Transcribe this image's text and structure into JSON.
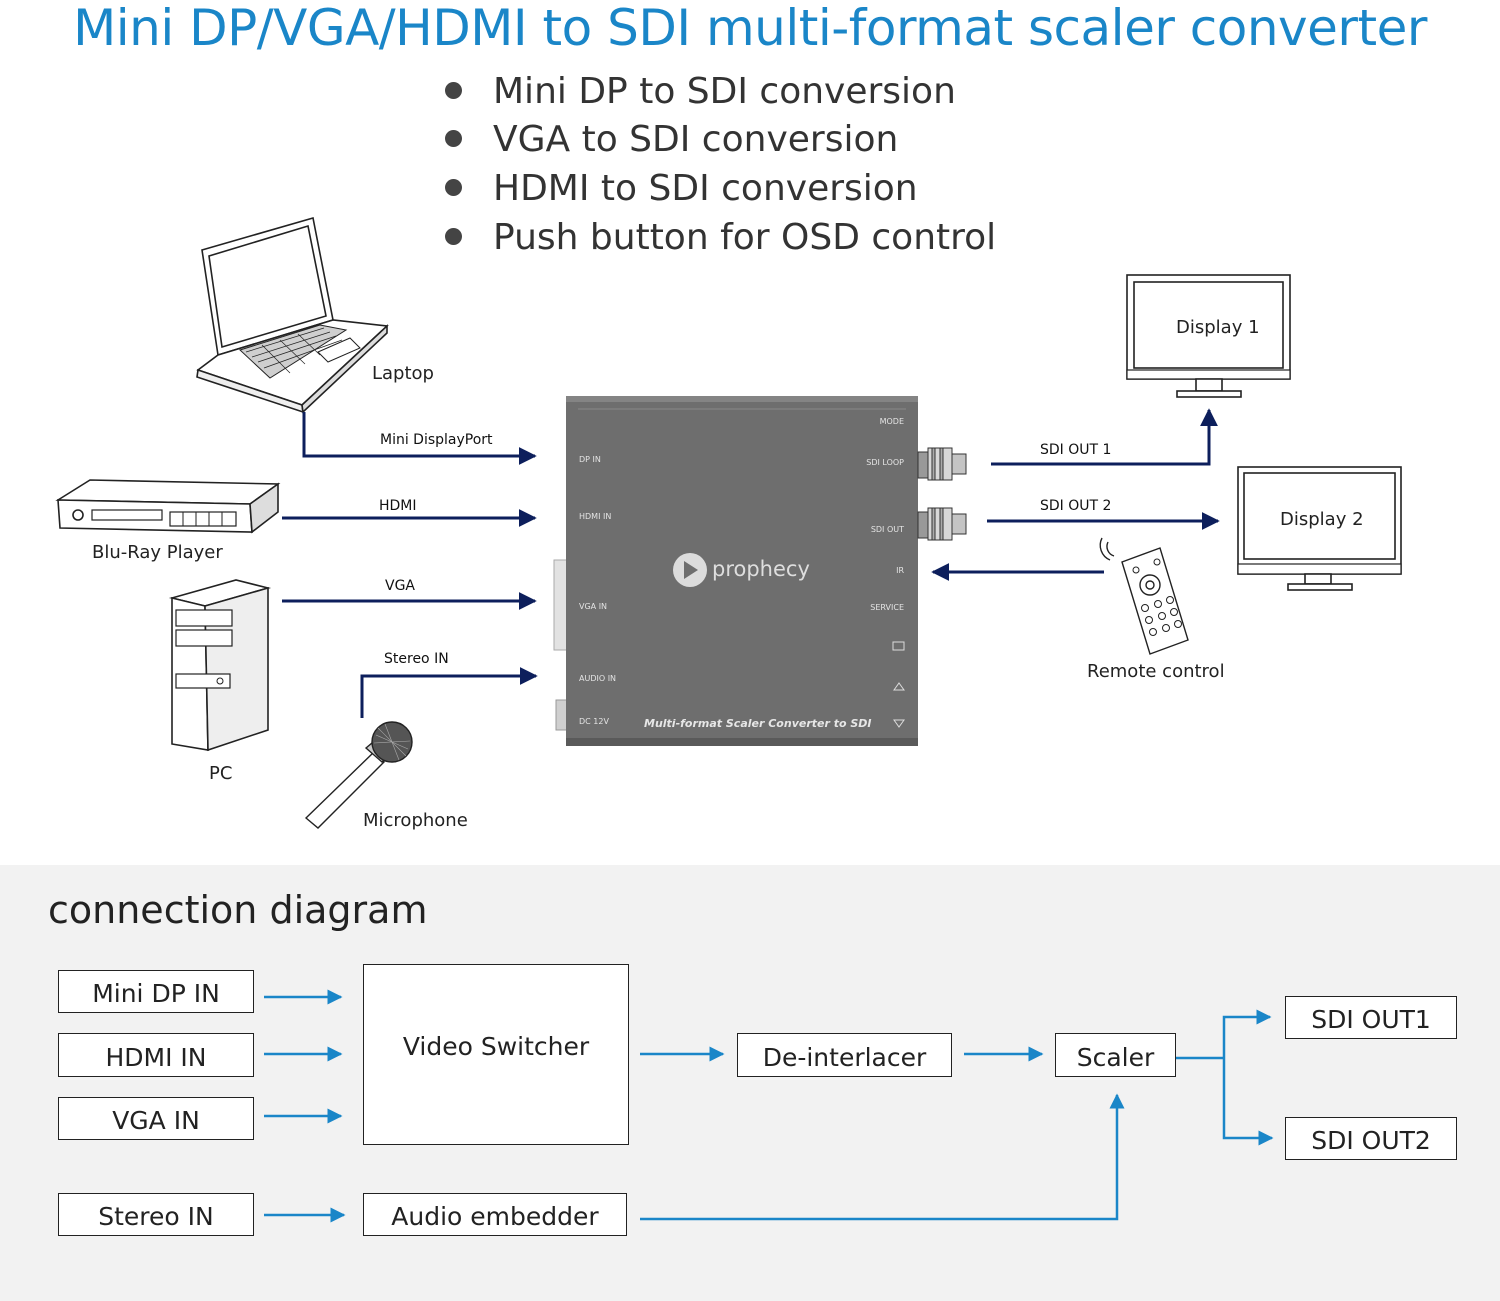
{
  "title": "Mini DP/VGA/HDMI to SDI multi-format scaler converter",
  "features": [
    "Mini DP to SDI conversion",
    "VGA to SDI conversion",
    "HDMI to SDI conversion",
    "Push button for OSD control"
  ],
  "devices": {
    "laptop": "Laptop",
    "bluray": "Blu-Ray Player",
    "pc": "PC",
    "microphone": "Microphone",
    "display1": "Display 1",
    "display2": "Display 2",
    "remote": "Remote control"
  },
  "cables": {
    "minidp": "Mini DisplayPort",
    "hdmi": "HDMI",
    "vga": "VGA",
    "stereo": "Stereo IN",
    "sdi1": "SDI OUT 1",
    "sdi2": "SDI OUT 2"
  },
  "converter": {
    "brand": "prophecy",
    "model_text": "Multi-format Scaler Converter to SDI",
    "ports_left": [
      "DP IN",
      "HDMI IN",
      "VGA IN",
      "AUDIO IN",
      "DC 12V"
    ],
    "ports_right": [
      "MODE",
      "SDI LOOP",
      "SDI OUT",
      "IR",
      "SERVICE"
    ],
    "body_color": "#6e6e6e"
  },
  "connection_diagram": {
    "title": "connection diagram",
    "inputs": [
      "Mini DP IN",
      "HDMI IN",
      "VGA IN",
      "Stereo IN"
    ],
    "switcher": "Video Switcher",
    "deinterlacer": "De-interlacer",
    "scaler": "Scaler",
    "audio": "Audio embedder",
    "outputs": [
      "SDI OUT1",
      "SDI OUT2"
    ],
    "arrow_color": "#1a86c8"
  },
  "colors": {
    "title": "#1a86c8",
    "cable_arrow": "#0d1f5c"
  }
}
